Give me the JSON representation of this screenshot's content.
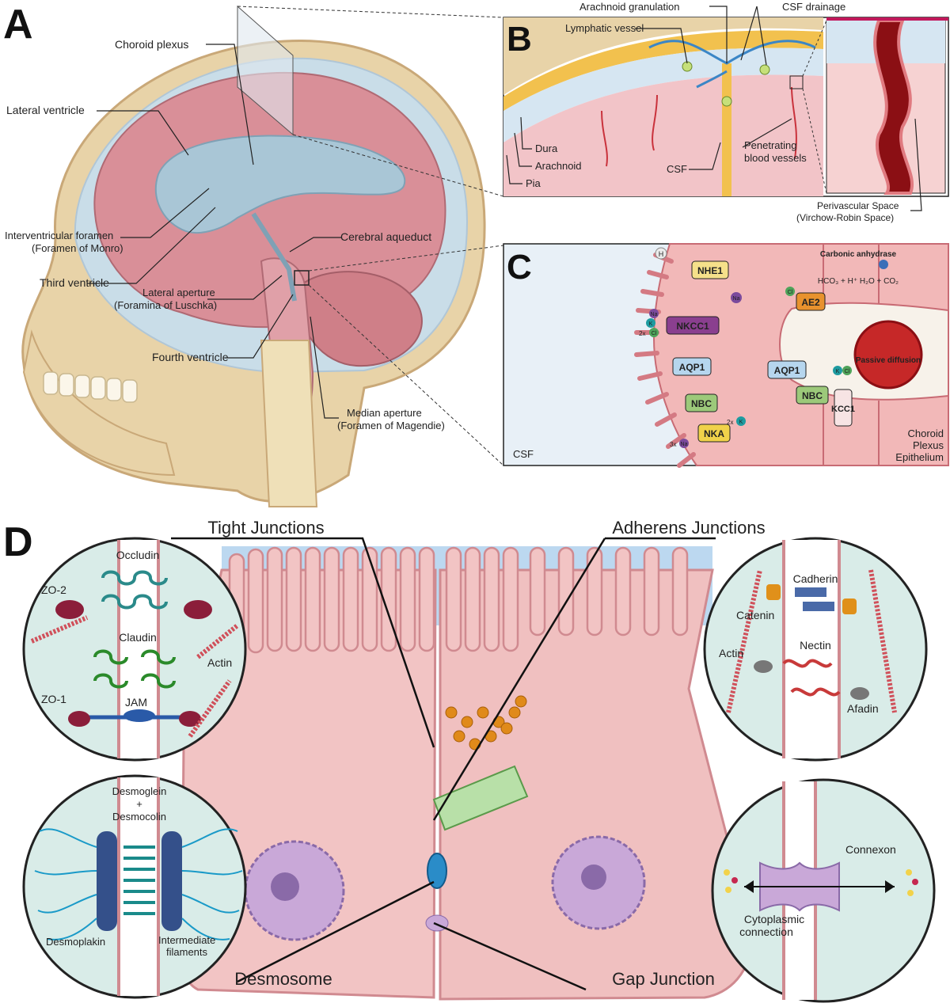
{
  "panels": {
    "a": {
      "letter": "A",
      "labels": {
        "choroid_plexus": "Choroid plexus",
        "lateral_ventricle": "Lateral ventricle",
        "interventricular_1": "Interventricular foramen",
        "interventricular_2": "(Foramen of Monro)",
        "third_ventricle": "Third ventricle",
        "cerebral_aqueduct": "Cerebral aqueduct",
        "lateral_aperture_1": "Lateral aperture",
        "lateral_aperture_2": "(Foramina of Luschka)",
        "fourth_ventricle": "Fourth ventricle",
        "median_aperture_1": "Median aperture",
        "median_aperture_2": "(Foramen of Magendie)"
      }
    },
    "b": {
      "letter": "B",
      "labels": {
        "arachnoid_granulation": "Arachnoid granulation",
        "csf_drainage": "CSF drainage",
        "lymphatic_vessel": "Lymphatic vessel",
        "dura": "Dura",
        "arachnoid": "Arachnoid",
        "pia": "Pia",
        "csf": "CSF",
        "penetrating_1": "Penetrating",
        "penetrating_2": "blood vessels",
        "perivascular_1": "Perivascular Space",
        "perivascular_2": "(Virchow-Robin Space)"
      }
    },
    "c": {
      "letter": "C",
      "labels": {
        "h": "H",
        "nhe1": "NHE1",
        "na": "Na",
        "k": "K",
        "cl": "Cl",
        "two_x_cl": "2x",
        "nkcc1": "NKCC1",
        "aqp1": "AQP1",
        "nbc": "NBC",
        "nka": "NKA",
        "two_x": "2x",
        "three_x": "3x",
        "ae2": "AE2",
        "kcc1": "KCC1",
        "carbonic_anhydrase": "Carbonic anhydrase",
        "reaction": "HCO₃ + H⁺   H₂O + CO₂",
        "passive_diffusion": "Passive diffusion",
        "csf": "CSF",
        "cpe_1": "Choroid",
        "cpe_2": "Plexus",
        "cpe_3": "Epithelium"
      }
    },
    "d": {
      "letter": "D",
      "titles": {
        "tight": "Tight Junctions",
        "adherens": "Adherens Junctions",
        "desmosome": "Desmosome",
        "gap": "Gap Junction"
      },
      "labels": {
        "occludin": "Occludin",
        "zo2": "ZO-2",
        "claudin": "Claudin",
        "actin": "Actin",
        "zo1": "ZO-1",
        "jam": "JAM",
        "cadherin": "Cadherin",
        "catenin": "Catenin",
        "nectin": "Nectin",
        "afadin": "Afadin",
        "desmoglein": "Desmoglein",
        "plus": "+",
        "desmocolin": "Desmocolin",
        "desmoplakin": "Desmoplakin",
        "intermediate_1": "Intermediate",
        "intermediate_2": "filaments",
        "connexon": "Connexon",
        "cytoplasmic_1": "Cytoplasmic",
        "cytoplasmic_2": "connection"
      }
    }
  },
  "colors": {
    "brain": "#d98f98",
    "ventricle": "#a9c6d6",
    "skull": "#e8d3a8",
    "cell": "#f2b8b8",
    "csf_bg": "#e8f0f7",
    "nkcc1": "#8a3f8f",
    "nhe1": "#f5e08a",
    "aqp1": "#b6d6ee",
    "nbc": "#9cc97a",
    "nka": "#f0d24a",
    "ae2": "#e8922e",
    "kcc1": "#f7e4e4"
  }
}
